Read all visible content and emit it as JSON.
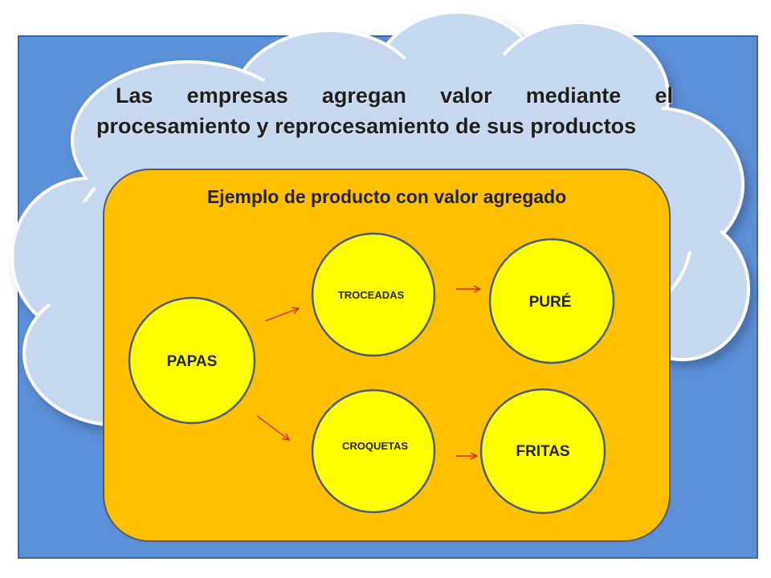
{
  "heading": "Las empresas agregan valor mediante el procesamiento y reprocesamiento de sus productos",
  "example": {
    "title": "Ejemplo de producto con valor agregado",
    "nodes": {
      "papas": "PAPAS",
      "troceadas": "TROCEADAS",
      "croquetas": "CROQUETAS",
      "pure": "PURÉ",
      "fritas": "FRITAS"
    }
  },
  "colors": {
    "panel": "#5b8fd6",
    "cloud": "#c5d8f0",
    "box": "#ffc000",
    "node": "#ffff00",
    "node_border": "#4a5b7c",
    "arrow": "#e02020"
  }
}
